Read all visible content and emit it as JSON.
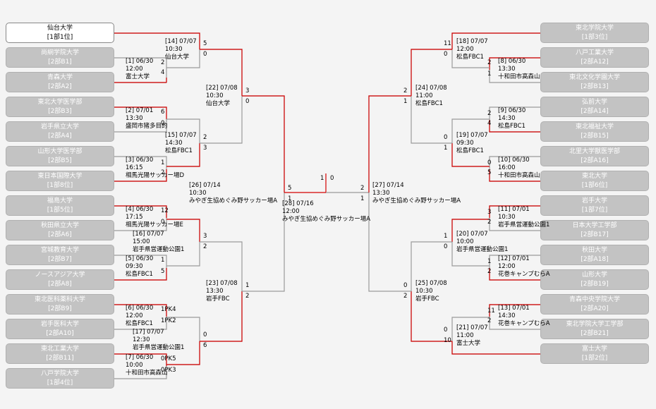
{
  "colors": {
    "line_gray": "#9a9a9a",
    "line_red": "#d40000",
    "team_box": "#c3c3c3",
    "team_text": "#ffffff",
    "win_box": "#ffffff"
  },
  "left_teams": [
    {
      "name": "仙台大学",
      "rank": "[1部1位]",
      "win": true
    },
    {
      "name": "尚絅学院大学",
      "rank": "[2部B1]"
    },
    {
      "name": "青森大学",
      "rank": "[2部A2]"
    },
    {
      "name": "東北大学医学部",
      "rank": "[2部B3]"
    },
    {
      "name": "岩手県立大学",
      "rank": "[2部A4]"
    },
    {
      "name": "山形大学医学部",
      "rank": "[2部B5]"
    },
    {
      "name": "東日本国際大学",
      "rank": "[1部8位]"
    },
    {
      "name": "福島大学",
      "rank": "[1部5位]"
    },
    {
      "name": "秋田県立大学",
      "rank": "[2部A6]"
    },
    {
      "name": "宮城教育大学",
      "rank": "[2部B7]"
    },
    {
      "name": "ノースアジア大学",
      "rank": "[2部A8]"
    },
    {
      "name": "東北医科薬科大学",
      "rank": "[2部B9]"
    },
    {
      "name": "岩手医科大学",
      "rank": "[2部A10]"
    },
    {
      "name": "東北工業大学",
      "rank": "[2部B11]"
    },
    {
      "name": "八戸学院大学",
      "rank": "[1部4位]"
    }
  ],
  "right_teams": [
    {
      "name": "東北学院大学",
      "rank": "[1部3位]"
    },
    {
      "name": "八戸工業大学",
      "rank": "[2部A12]"
    },
    {
      "name": "東北文化学園大学",
      "rank": "[2部B13]"
    },
    {
      "name": "弘前大学",
      "rank": "[2部A14]"
    },
    {
      "name": "東北福祉大学",
      "rank": "[2部B15]"
    },
    {
      "name": "北里大学獣医学部",
      "rank": "[2部A16]"
    },
    {
      "name": "東北大学",
      "rank": "[1部6位]"
    },
    {
      "name": "岩手大学",
      "rank": "[1部7位]"
    },
    {
      "name": "日本大学工学部",
      "rank": "[2部B17]"
    },
    {
      "name": "秋田大学",
      "rank": "[2部A18]"
    },
    {
      "name": "山形大学",
      "rank": "[2部B19]"
    },
    {
      "name": "青森中央学院大学",
      "rank": "[2部A20]"
    },
    {
      "name": "東北学院大学工学部",
      "rank": "[2部B21]"
    },
    {
      "name": "富士大学",
      "rank": "[1部2位]"
    }
  ],
  "matches": [
    {
      "id": "m1",
      "info": [
        "[1] 06/30",
        "12:00",
        "富士大学"
      ],
      "top": "2",
      "bot": "4"
    },
    {
      "id": "m2",
      "info": [
        "[2] 07/01",
        "13:30",
        "盛岡市猪多目的"
      ],
      "top": "6",
      "bot": "0"
    },
    {
      "id": "m3",
      "info": [
        "[3] 06/30",
        "16:15",
        "相馬光陽サッカー場D"
      ],
      "top": "1",
      "bot": "2"
    },
    {
      "id": "m4",
      "info": [
        "[4] 06/30",
        "17:15",
        "相馬光陽サッカー場E"
      ],
      "top": "12",
      "bot": "0"
    },
    {
      "id": "m5",
      "info": [
        "[5] 06/30",
        "09:30",
        "松島FBC1"
      ],
      "top": "1",
      "bot": "5"
    },
    {
      "id": "m6",
      "info": [
        "[6] 06/30",
        "12:00",
        "松島FBC1"
      ],
      "top": "1PK4",
      "bot": "1PK2"
    },
    {
      "id": "m7",
      "info": [
        "[7] 06/30",
        "10:00",
        "十和田市高森山"
      ],
      "top": "0PK5",
      "bot": "0PK3"
    },
    {
      "id": "m14",
      "info": [
        "[14] 07/07",
        "10:30",
        "仙台大学"
      ],
      "top": "5",
      "bot": "0"
    },
    {
      "id": "m15",
      "info": [
        "[15] 07/07",
        "14:30",
        "松島FBC1"
      ],
      "top": "2",
      "bot": "3"
    },
    {
      "id": "m16",
      "info": [
        "[16] 07/07",
        "15:00",
        "岩手県営運動公園1"
      ],
      "top": "3",
      "bot": "2"
    },
    {
      "id": "m17",
      "info": [
        "[17] 07/07",
        "12:30",
        "岩手県営運動公園1"
      ],
      "top": "0",
      "bot": "6"
    },
    {
      "id": "m22",
      "info": [
        "[22] 07/08",
        "10:30",
        "仙台大学"
      ],
      "top": "3",
      "bot": "0"
    },
    {
      "id": "m23",
      "info": [
        "[23] 07/08",
        "13:30",
        "岩手FBC"
      ],
      "top": "1",
      "bot": "2"
    },
    {
      "id": "m26",
      "info": [
        "[26] 07/14",
        "10:30",
        "みやぎ生協めぐみ野サッカー場A"
      ],
      "top": "5",
      "bot": "1"
    },
    {
      "id": "m28",
      "info": [
        "[28] 07/16",
        "12:00",
        "みやぎ生協めぐみ野サッカー場A"
      ],
      "top": "1",
      "bot": "0"
    },
    {
      "id": "m27",
      "info": [
        "[27] 07/14",
        "13:30",
        "みやぎ生協めぐみ野サッカー場A"
      ],
      "top": "2",
      "bot": "1"
    },
    {
      "id": "m24",
      "info": [
        "[24] 07/08",
        "11:00",
        "松島FBC1"
      ],
      "top": "2",
      "bot": "1"
    },
    {
      "id": "m25",
      "info": [
        "[25] 07/08",
        "10:30",
        "岩手FBC"
      ],
      "top": "0",
      "bot": "2"
    },
    {
      "id": "m18",
      "info": [
        "[18] 07/07",
        "12:00",
        "松島FBC1"
      ],
      "top": "11",
      "bot": "0"
    },
    {
      "id": "m19",
      "info": [
        "[19] 07/07",
        "09:30",
        "松島FBC1"
      ],
      "top": "0",
      "bot": "1"
    },
    {
      "id": "m20",
      "info": [
        "[20] 07/07",
        "10:00",
        "岩手県営運動公園1"
      ],
      "top": "1",
      "bot": "0"
    },
    {
      "id": "m21",
      "info": [
        "[21] 07/07",
        "11:00",
        "富士大学"
      ],
      "top": "0",
      "bot": "10"
    },
    {
      "id": "m8",
      "info": [
        "[8] 06/30",
        "13:30",
        "十和田市高森山"
      ],
      "top": "2",
      "bot": "1"
    },
    {
      "id": "m9",
      "info": [
        "[9] 06/30",
        "14:30",
        "松島FBC1"
      ],
      "top": "2",
      "bot": "4"
    },
    {
      "id": "m10",
      "info": [
        "[10] 06/30",
        "16:00",
        "十和田市高森山"
      ],
      "top": "0",
      "bot": "5"
    },
    {
      "id": "m11",
      "info": [
        "[11] 07/01",
        "10:30",
        "岩手県営運動公園1"
      ],
      "top": "3",
      "bot": "2"
    },
    {
      "id": "m12",
      "info": [
        "[12] 07/01",
        "12:00",
        "花巻キャンプむらA"
      ],
      "top": "1",
      "bot": "2"
    },
    {
      "id": "m13",
      "info": [
        "[13] 07/01",
        "14:30",
        "花巻キャンプむらA"
      ],
      "top": "11",
      "bot": "2"
    }
  ]
}
